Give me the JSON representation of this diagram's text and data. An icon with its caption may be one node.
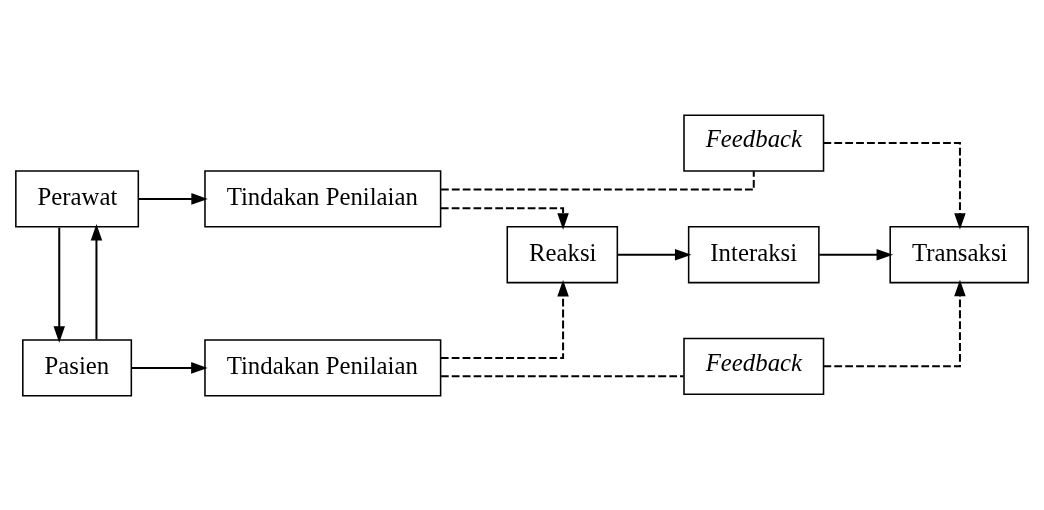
{
  "diagram": {
    "nodes": [
      {
        "text": [
          "Perawat"
        ]
      },
      {
        "text": [
          "Pasien"
        ]
      },
      {
        "text": [
          "Tindakan Penilaian"
        ]
      },
      {
        "text": [
          "Tindakan Penilaian"
        ]
      },
      {
        "text": [
          "Reaksi"
        ]
      },
      {
        "text": [
          "Interaksi"
        ]
      },
      {
        "text": [
          "Transaksi"
        ]
      },
      {
        "text": [
          "Feedback"
        ]
      },
      {
        "text": [
          "Feedback"
        ]
      }
    ],
    "edges": [
      {
        "from": 0,
        "to": 2,
        "arrow": "to"
      },
      {
        "from": 1,
        "to": 3,
        "arrow": "to"
      },
      {
        "from": 0,
        "to": 1,
        "arrow": "to"
      },
      {
        "from": 1,
        "to": 0,
        "arrow": "to"
      },
      {
        "from": 2,
        "to": 4,
        "arrow": "to",
        "style": "dashed"
      },
      {
        "from": 3,
        "to": 4,
        "arrow": "to",
        "style": "dashed"
      },
      {
        "from": 4,
        "to": 5,
        "arrow": "to"
      },
      {
        "from": 5,
        "to": 6,
        "arrow": "to"
      },
      {
        "from": 2,
        "to": 7,
        "arrow": "none",
        "style": "dashed"
      },
      {
        "from": 7,
        "to": 6,
        "arrow": "to",
        "style": "dashed"
      },
      {
        "from": 3,
        "to": 8,
        "arrow": "none",
        "style": "dashed"
      },
      {
        "from": 8,
        "to": 6,
        "arrow": "to",
        "style": "dashed"
      }
    ]
  }
}
